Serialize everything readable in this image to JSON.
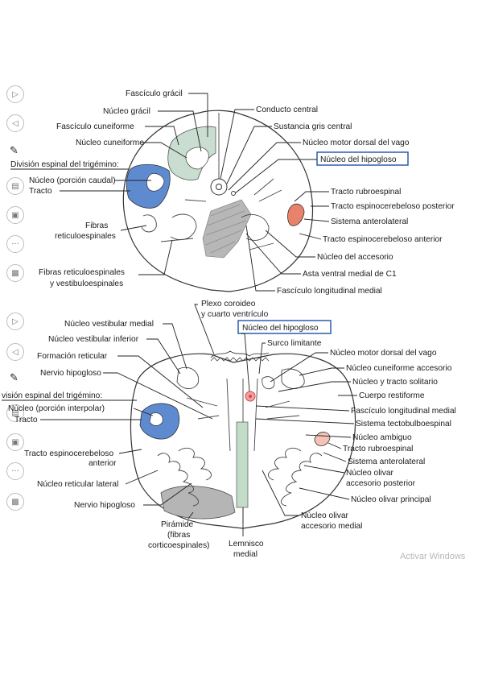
{
  "toolbar_top": {
    "icons": [
      "play-icon",
      "rewind-icon",
      "pen-icon",
      "subtitles-icon",
      "edit-screen-icon",
      "more-icon",
      "monitor-icon"
    ]
  },
  "toolbar_bottom": {
    "icons": [
      "play-icon",
      "rewind-icon",
      "pen-icon",
      "subtitles-icon",
      "edit-screen-icon",
      "more-icon",
      "monitor-icon"
    ]
  },
  "top_figure": {
    "left_labels": [
      "Fascículo grácil",
      "Núcleo grácil",
      "Fascículo cuneiforme",
      "Núcleo cuneiforme",
      "División espinal del trigémino:",
      "Núcleo (porción caudal)",
      "Tracto",
      "Fibras",
      "reticuloespinales",
      "Fibras reticuloespinales",
      "y vestibuloespinales"
    ],
    "right_labels": [
      "Conducto central",
      "Sustancia gris central",
      "Núcleo motor dorsal del vago",
      "Núcleo del hipogloso",
      "Tracto rubroespinal",
      "Tracto espinocerebeloso posterior",
      "Sistema anterolateral",
      "Tracto espinocerebeloso anterior",
      "Núcleo del accesorio",
      "Asta ventral medial de C1",
      "Fascículo longitudinal medial"
    ]
  },
  "bottom_figure": {
    "top_labels": [
      "Plexo coroideo",
      "y cuarto ventrículo",
      "Núcleo del hipogloso",
      "Surco limitante"
    ],
    "left_labels": [
      "Núcleo vestibular medial",
      "Núcleo vestibular inferior",
      "Formación reticular",
      "Nervio hipogloso",
      "visión espinal del trigémino:",
      "Núcleo (porción interpolar)",
      "Tracto",
      "Tracto espinocerebeloso",
      "anterior",
      "Núcleo reticular lateral",
      "Nervio hipogloso"
    ],
    "right_labels": [
      "Núcleo motor dorsal del vago",
      "Núcleo cuneiforme accesorio",
      "Núcleo y tracto solitario",
      "Cuerpo restiforme",
      "Fascículo longitudinal medial",
      "Sistema tectobulboespinal",
      "Núcleo ambiguo",
      "Tracto rubroespinal",
      "Sistema anterolateral",
      "Núcleo olivar",
      "accesorio posterior",
      "Núcleo olivar principal",
      "Núcleo olivar",
      "accesorio medial"
    ],
    "bottom_labels": [
      "Pirámide",
      "(fibras",
      "corticoespinales)",
      "Lemnisco",
      "medial"
    ]
  },
  "watermark": "Activar Windows",
  "colors": {
    "dorsal_column_green": "#c9ddd0",
    "trigeminal_blue": "#5e8bd0",
    "anterolateral_red": "#e8826a",
    "highlight_box": "#2a5db0",
    "pyramid_gray": "#b5b5b5",
    "lemniscus_green": "#c2dcc8"
  }
}
